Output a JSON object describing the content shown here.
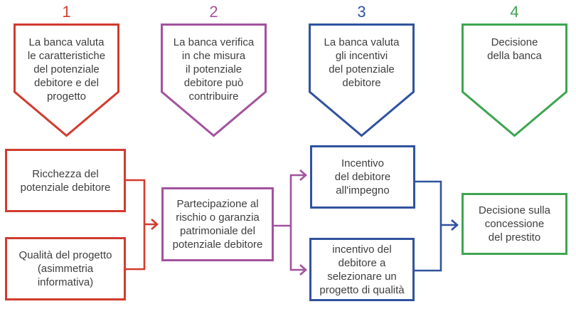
{
  "colors": {
    "red": "#d13c2e",
    "purple": "#a3529e",
    "blue": "#30539e",
    "green": "#3ea552",
    "text": "#3e3e3e",
    "background": "#ffffff"
  },
  "steps": [
    {
      "number": "1",
      "color": "red",
      "text": "La banca valuta\nle caratteristiche\ndel potenziale\ndebitore e del\nprogetto"
    },
    {
      "number": "2",
      "color": "purple",
      "text": "La banca verifica\nin che misura\nil potenziale\ndebitore può\ncontribuire"
    },
    {
      "number": "3",
      "color": "blue",
      "text": "La banca valuta\ngli incentivi\ndel  potenziale\ndebitore"
    },
    {
      "number": "4",
      "color": "green",
      "text": "Decisione\ndella banca"
    }
  ],
  "flow_boxes": [
    {
      "id": "ricchezza",
      "color": "red",
      "text": "Ricchezza del\npotenziale debitore"
    },
    {
      "id": "qualita",
      "color": "red",
      "text": "Qualità del progetto\n(asimmetria\ninformativa)"
    },
    {
      "id": "partecipazione",
      "color": "purple",
      "text": "Partecipazione al\nrischio o  garanzia\npatrimoniale del\npotenziale debitore"
    },
    {
      "id": "impegno",
      "color": "blue",
      "text": "Incentivo\ndel debitore\nall'impegno"
    },
    {
      "id": "selezione",
      "color": "blue",
      "text": "incentivo del\ndebitore a\nselezionare un\nprogetto di qualità"
    },
    {
      "id": "decisione",
      "color": "green",
      "text": "Decisione sulla\nconcessione\ndel prestito"
    }
  ]
}
